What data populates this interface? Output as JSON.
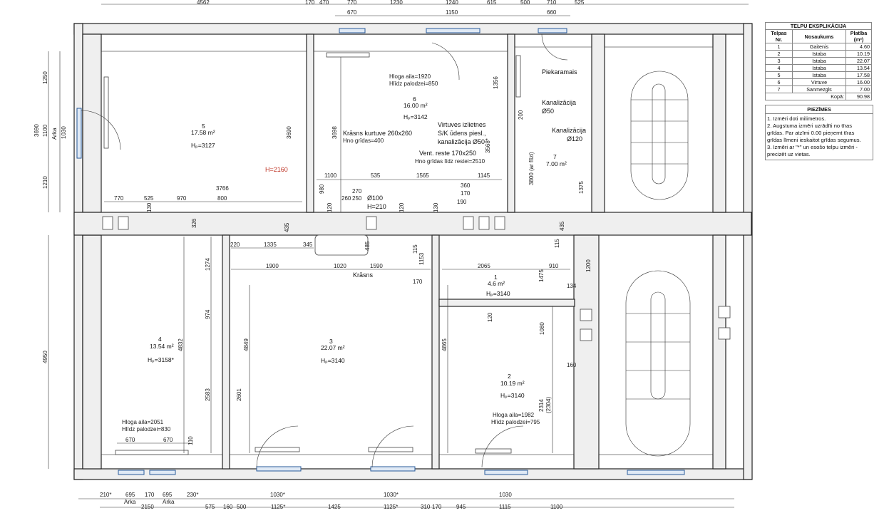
{
  "table": {
    "title": "TELPU EKSPLIKĀCIJA",
    "headers": [
      "Telpas Nr.",
      "Nosaukums",
      "Platība (m²)"
    ],
    "rows": [
      {
        "nr": "1",
        "name": "Gaitenis",
        "area": "4.60"
      },
      {
        "nr": "2",
        "name": "Istaba",
        "area": "10.19"
      },
      {
        "nr": "3",
        "name": "Istaba",
        "area": "22.07"
      },
      {
        "nr": "4",
        "name": "Istaba",
        "area": "13.54"
      },
      {
        "nr": "5",
        "name": "Istaba",
        "area": "17.58"
      },
      {
        "nr": "6",
        "name": "Virtuve",
        "area": "16.00"
      },
      {
        "nr": "7",
        "name": "Sanmezgls",
        "area": "7.00"
      }
    ],
    "total_label": "Kopā:",
    "total_value": "90.98"
  },
  "notes": {
    "title": "PIEZĪMES",
    "items": [
      "1. Izmēri doti milimetros.",
      "2. Augstuma izmēri uzrādīti no tīras",
      "grīdas. Par atzīmi 0.00 pieņemt tīras",
      "grīdas līmeni ieskaitot grīdas segumus.",
      "3. Izmēri ar \"*\" un esošo telpu izmēri -",
      "precizēt uz vietas."
    ]
  },
  "rooms": [
    {
      "nr": "5",
      "area": "17.58 m²",
      "h": "Hₚ=3127"
    },
    {
      "nr": "6",
      "area": "16.00 m²",
      "h": "Hₚ=3142"
    },
    {
      "nr": "7",
      "area": "7.00 m²",
      "h": ""
    },
    {
      "nr": "1",
      "area": "4.6 m²",
      "h": "Hₚ=3140"
    },
    {
      "nr": "4",
      "area": "13.54 m²",
      "h": "Hₚ=3158*"
    },
    {
      "nr": "3",
      "area": "22.07 m²",
      "h": "Hₚ=3140"
    },
    {
      "nr": "2",
      "area": "10.19 m²",
      "h": "Hₚ=3140"
    }
  ],
  "annotations": {
    "piekaramais": "Piekaramais",
    "kanal1": "Kanalizācija",
    "kanal1_d": "Ø50",
    "kanal2": "Kanalizācija",
    "kanal2_d": "Ø120",
    "krasns_kurtuve": "Krāsns kurtuve 260x260",
    "krasns_h": "Hno grīdas=400",
    "virtuve1": "Virtuves izlietnes",
    "virtuve2": "S/K ūdens piesl.,",
    "virtuve3": "kanalizācija Ø50",
    "vent": "Vent. reste 170x250",
    "vent_h": "Hno grīdas līdz restei=2510",
    "h2160": "H=2160",
    "d100": "Ø100",
    "h210": "H=210",
    "krasns": "Krāsns",
    "win6_a": "Hloga aila=1920",
    "win6_b": "Hlīdz palodzei=850",
    "win4_a": "Hloga aila=2051",
    "win4_b": "Hlīdz palodzei=830",
    "win2_a": "Hloga aila=1982",
    "win2_b": "Hlīdz palodzei=795",
    "arka": "Arka",
    "d3800": "3800 (ar flīzi)",
    "d2314": "2314",
    "d2304": "(2304)"
  },
  "dimensions": {
    "top_row1": [
      "4562",
      "170",
      "470",
      "1230",
      "615",
      "500",
      "525"
    ],
    "top_row2": [
      "670",
      "1150",
      "770",
      "1240",
      "660",
      "710"
    ],
    "bottom_row1": [
      "210*",
      "695",
      "170",
      "695",
      "230*",
      "1030*",
      "1030*",
      "1030"
    ],
    "bottom_row2": [
      "2150",
      "575",
      "160",
      "500",
      "1125*",
      "1425",
      "1125*",
      "310",
      "170",
      "945",
      "1115",
      "1100"
    ],
    "left": [
      "3690",
      "1250",
      "1100",
      "1030",
      "1210",
      "4950"
    ],
    "interior": [
      "3690",
      "3698",
      "3766",
      "770",
      "525",
      "970",
      "800",
      "130",
      "1356",
      "3568*",
      "980",
      "1100",
      "535",
      "1565",
      "1145",
      "360",
      "170",
      "190",
      "270",
      "260",
      "250",
      "120",
      "120",
      "130",
      "435",
      "326",
      "1375",
      "435",
      "1200",
      "115",
      "1153",
      "115",
      "1475",
      "134",
      "220",
      "1335",
      "345",
      "485",
      "1900",
      "1020",
      "1590",
      "2065",
      "910",
      "170",
      "120",
      "1080",
      "160",
      "1274",
      "974",
      "4832",
      "2583",
      "4849",
      "2601",
      "4865",
      "110",
      "670",
      "670",
      "200"
    ]
  }
}
